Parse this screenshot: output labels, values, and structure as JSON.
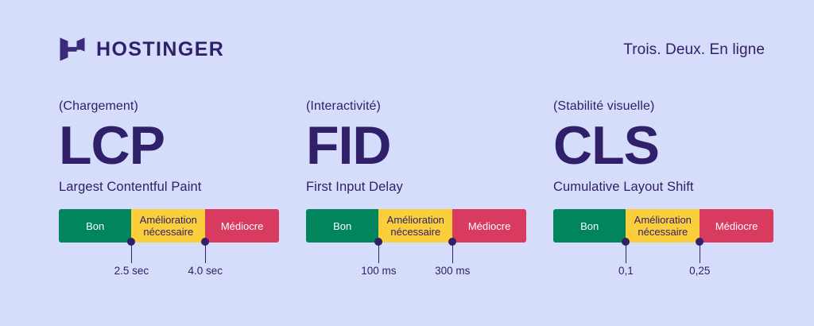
{
  "brand": {
    "name": "HOSTINGER",
    "logo_icon": "hostinger-h-logo"
  },
  "tagline": "Trois. Deux. En ligne",
  "colors": {
    "background": "#d5ddfb",
    "primary_text": "#2f2069",
    "good": "#00855c",
    "needs_improvement": "#fbce3c",
    "poor": "#d93a60"
  },
  "metrics": [
    {
      "category": "(Chargement)",
      "abbr": "LCP",
      "fullname": "Largest Contentful Paint",
      "segments": [
        {
          "label": "Bon",
          "rating": "good",
          "width_pct": 33.0
        },
        {
          "label": "Amélioration nécessaire",
          "rating": "needs-improvement",
          "width_pct": 33.5
        },
        {
          "label": "Médiocre",
          "rating": "poor",
          "width_pct": 33.5
        }
      ],
      "thresholds": [
        {
          "label": "2.5 sec",
          "position_pct": 33.0
        },
        {
          "label": "4.0 sec",
          "position_pct": 66.5
        }
      ]
    },
    {
      "category": "(Interactivité)",
      "abbr": "FID",
      "fullname": "First Input Delay",
      "segments": [
        {
          "label": "Bon",
          "rating": "good",
          "width_pct": 33.0
        },
        {
          "label": "Amélioration nécessaire",
          "rating": "needs-improvement",
          "width_pct": 33.5
        },
        {
          "label": "Médiocre",
          "rating": "poor",
          "width_pct": 33.5
        }
      ],
      "thresholds": [
        {
          "label": "100 ms",
          "position_pct": 33.0
        },
        {
          "label": "300 ms",
          "position_pct": 66.5
        }
      ]
    },
    {
      "category": "(Stabilité visuelle)",
      "abbr": "CLS",
      "fullname": "Cumulative Layout Shift",
      "segments": [
        {
          "label": "Bon",
          "rating": "good",
          "width_pct": 33.0
        },
        {
          "label": "Amélioration nécessaire",
          "rating": "needs-improvement",
          "width_pct": 33.5
        },
        {
          "label": "Médiocre",
          "rating": "poor",
          "width_pct": 33.5
        }
      ],
      "thresholds": [
        {
          "label": "0,1",
          "position_pct": 33.0
        },
        {
          "label": "0,25",
          "position_pct": 66.5
        }
      ]
    }
  ]
}
